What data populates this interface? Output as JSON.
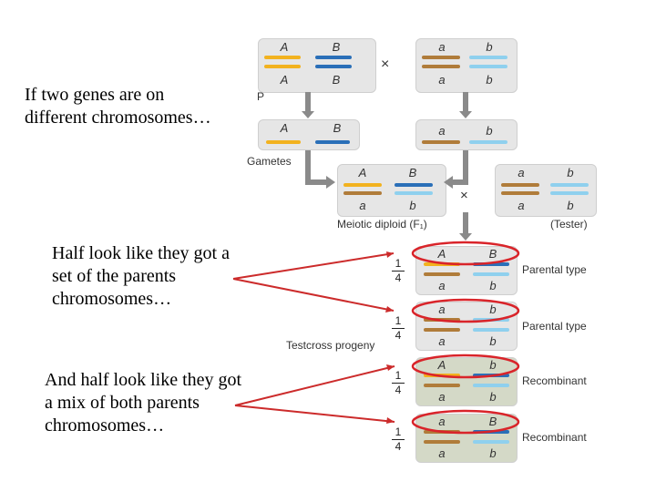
{
  "diagram": {
    "label_P": "P",
    "cross_symbol": "×",
    "gametes_label": "Gametes",
    "meiotic_diploid_label": "Meiotic diploid (F₁)",
    "tester_label": "(Tester)",
    "testcross_progeny_label": "Testcross progeny",
    "fraction_numerator": "1",
    "fraction_denominator": "4",
    "parental_type_label": "Parental type",
    "recombinant_label": "Recombinant",
    "allele_A_dominant": "A",
    "allele_a_recessive": "a",
    "allele_B_dominant": "B",
    "allele_b_recessive": "b",
    "colors": {
      "A_dominant": "#f2b21f",
      "a_recessive": "#b07c3a",
      "B_dominant": "#2a6fb8",
      "b_recessive": "#8fd0ee",
      "highlight_circle": "#d9242a",
      "pointer_line": "#cc2b2b"
    }
  },
  "annotations": {
    "note_1_line1": "If two genes are on",
    "note_1_line2": "different chromosomes…",
    "note_2_line1": "Half look like they got a",
    "note_2_line2": "set of the parents",
    "note_2_line3": "chromosomes…",
    "note_3_line1": "And half look like they got",
    "note_3_line2": "a mix of both parents",
    "note_3_line3": "chromosomes…"
  }
}
